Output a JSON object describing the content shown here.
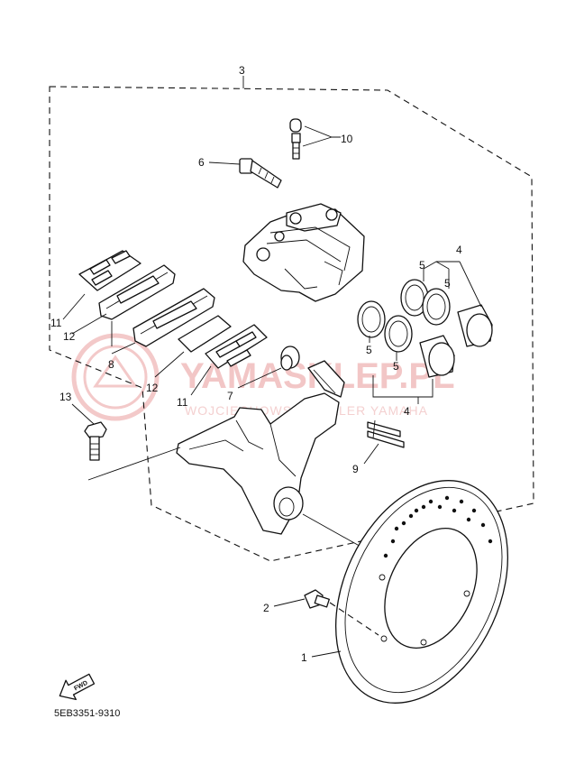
{
  "callouts": {
    "c1": "1",
    "c2": "2",
    "c3": "3",
    "c4a": "4",
    "c4b": "4",
    "c5a": "5",
    "c5b": "5",
    "c5c": "5",
    "c5d": "5",
    "c6": "6",
    "c7": "7",
    "c8": "8",
    "c9": "9",
    "c10": "10",
    "c11a": "11",
    "c11b": "11",
    "c12a": "12",
    "c12b": "12",
    "c13": "13"
  },
  "fwd_label": "FWD",
  "part_code": "5EB3351-9310",
  "watermark": {
    "main": "YAMASKLEP.PL",
    "sub": "WOJCIECHOWSKI DEALER YAMAHA",
    "color": "#f2c6c6"
  },
  "icons": [
    "fwd-arrow-icon",
    "watermark-logo-icon"
  ]
}
